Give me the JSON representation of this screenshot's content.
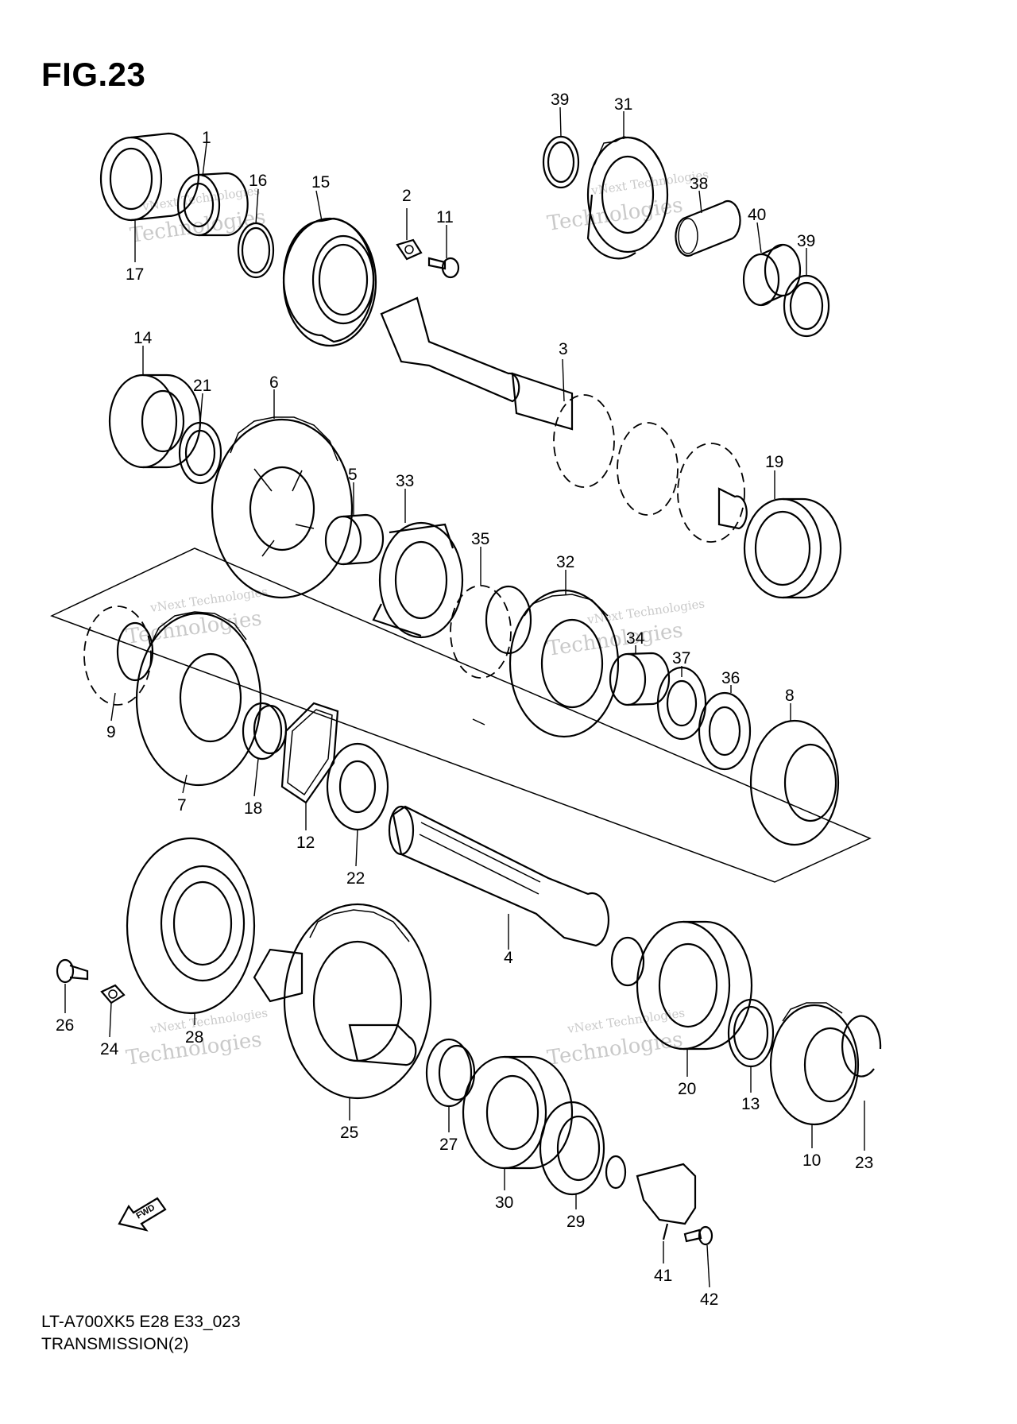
{
  "figure": {
    "title": "FIG.23",
    "model_code": "LT-A700XK5 E28 E33_023",
    "section": "TRANSMISSION(2)"
  },
  "watermark": {
    "line1": "vNext Technologies",
    "line2": "Technologies"
  },
  "fwd_label": "FWD",
  "parts": [
    {
      "id": "1",
      "label": "1"
    },
    {
      "id": "2",
      "label": "2"
    },
    {
      "id": "3",
      "label": "3"
    },
    {
      "id": "4",
      "label": "4"
    },
    {
      "id": "5",
      "label": "5"
    },
    {
      "id": "6",
      "label": "6"
    },
    {
      "id": "7",
      "label": "7"
    },
    {
      "id": "8",
      "label": "8"
    },
    {
      "id": "9",
      "label": "9"
    },
    {
      "id": "10",
      "label": "10"
    },
    {
      "id": "11",
      "label": "11"
    },
    {
      "id": "12",
      "label": "12"
    },
    {
      "id": "13",
      "label": "13"
    },
    {
      "id": "14",
      "label": "14"
    },
    {
      "id": "15",
      "label": "15"
    },
    {
      "id": "16",
      "label": "16"
    },
    {
      "id": "17",
      "label": "17"
    },
    {
      "id": "18",
      "label": "18"
    },
    {
      "id": "19",
      "label": "19"
    },
    {
      "id": "20",
      "label": "20"
    },
    {
      "id": "21",
      "label": "21"
    },
    {
      "id": "22",
      "label": "22"
    },
    {
      "id": "23",
      "label": "23"
    },
    {
      "id": "24",
      "label": "24"
    },
    {
      "id": "25",
      "label": "25"
    },
    {
      "id": "26",
      "label": "26"
    },
    {
      "id": "27",
      "label": "27"
    },
    {
      "id": "28",
      "label": "28"
    },
    {
      "id": "29",
      "label": "29"
    },
    {
      "id": "30",
      "label": "30"
    },
    {
      "id": "31",
      "label": "31"
    },
    {
      "id": "32",
      "label": "32"
    },
    {
      "id": "33",
      "label": "33"
    },
    {
      "id": "34",
      "label": "34"
    },
    {
      "id": "35",
      "label": "35"
    },
    {
      "id": "36",
      "label": "36"
    },
    {
      "id": "37",
      "label": "37"
    },
    {
      "id": "38",
      "label": "38"
    },
    {
      "id": "39a",
      "label": "39"
    },
    {
      "id": "39b",
      "label": "39"
    },
    {
      "id": "40",
      "label": "40"
    },
    {
      "id": "41",
      "label": "41"
    },
    {
      "id": "42",
      "label": "42"
    }
  ]
}
